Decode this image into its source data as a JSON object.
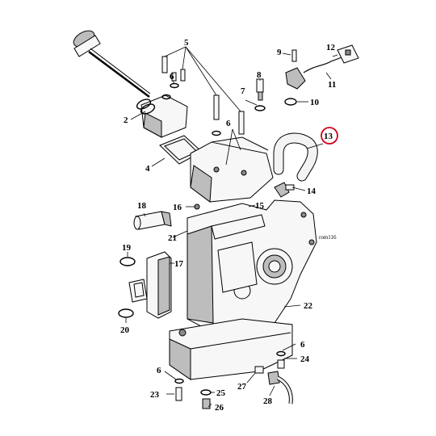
{
  "diagram": {
    "reference_code": "rom116",
    "highlight_color": "#d0021b",
    "highlighted_callout": "13",
    "callouts": {
      "c2": "2",
      "c4": "4",
      "c5": "5",
      "c6a": "6",
      "c6b": "6",
      "c6c": "6",
      "c6d": "6",
      "c7": "7",
      "c8": "8",
      "c9": "9",
      "c10": "10",
      "c11": "11",
      "c12": "12",
      "c13": "13",
      "c14": "14",
      "c15": "15",
      "c16": "16",
      "c17": "17",
      "c18": "18",
      "c19": "19",
      "c20": "20",
      "c21": "21",
      "c22": "22",
      "c23": "23",
      "c24": "24",
      "c25": "25",
      "c26": "26",
      "c27": "27",
      "c28": "28"
    }
  }
}
